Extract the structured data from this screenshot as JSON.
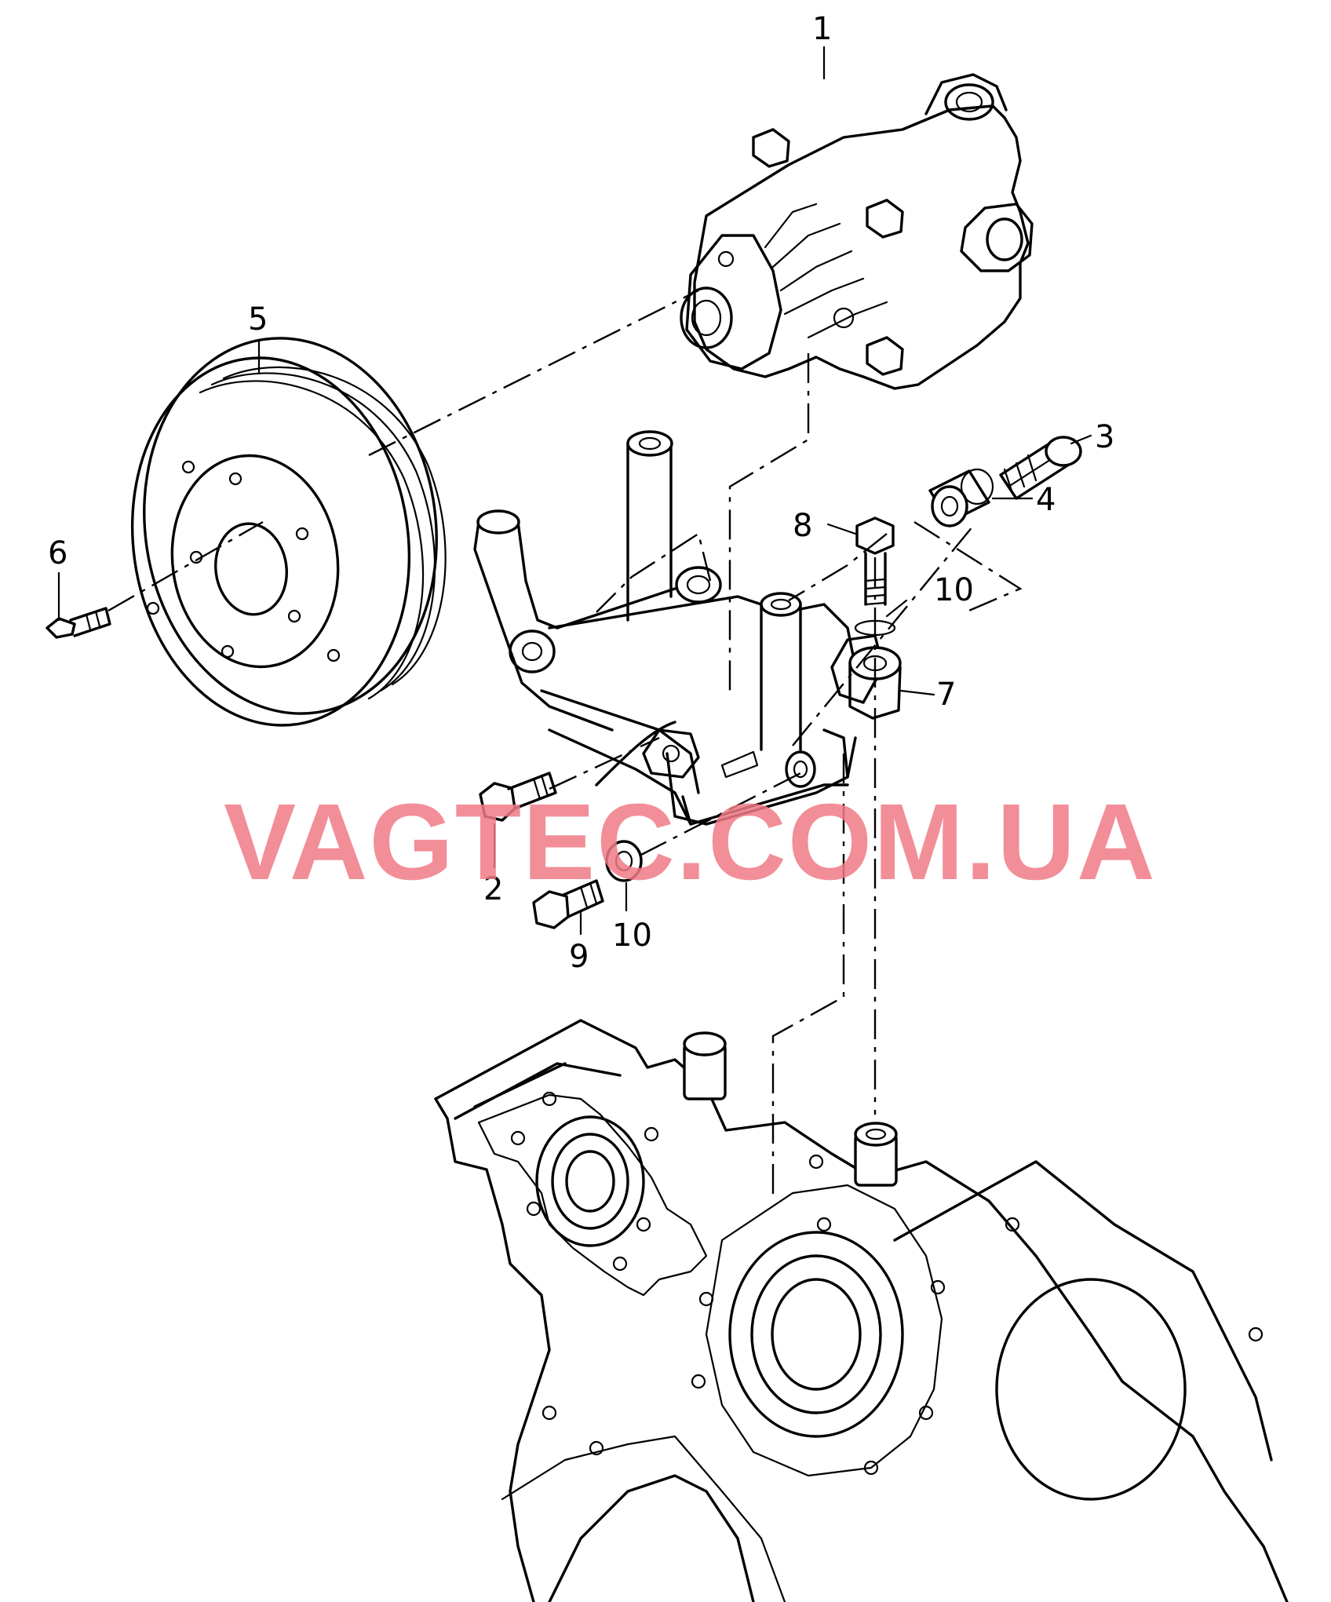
{
  "watermark": "VAGTEC.COM.UA",
  "watermark_color": "#f07a86",
  "callouts": [
    {
      "id": "1",
      "label": "1"
    },
    {
      "id": "2",
      "label": "2"
    },
    {
      "id": "3",
      "label": "3"
    },
    {
      "id": "4",
      "label": "4"
    },
    {
      "id": "5",
      "label": "5"
    },
    {
      "id": "6",
      "label": "6"
    },
    {
      "id": "7",
      "label": "7"
    },
    {
      "id": "8",
      "label": "8"
    },
    {
      "id": "9",
      "label": "9"
    },
    {
      "id": "10a",
      "label": "10"
    },
    {
      "id": "10b",
      "label": "10"
    }
  ]
}
